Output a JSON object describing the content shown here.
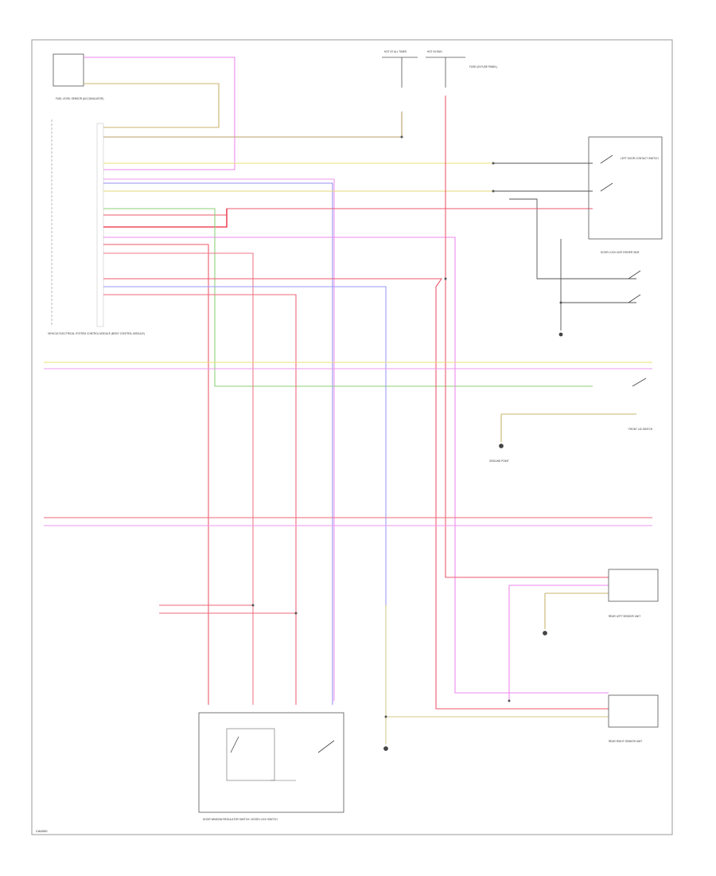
{
  "diagram": {
    "footer_code": "CA0000",
    "components": {
      "fuel_level_sensor": "FUEL LEVEL SENSOR (ACCUMULATOR)",
      "main_module": "VEHICLE ELECTRICAL SYSTEM CONTROL MODULE (BODY CONTROL MODULE)",
      "left_door_switch": "LEFT DOOR CONTACT SWITCH",
      "door_lock_unit": "DOOR LOCK UNIT DRIVER SIDE",
      "front_lid_switch": "FRONT LID SWITCH",
      "ground_point": "GROUND POINT",
      "rear_sensor_left": "REAR LEFT SENSOR UNIT",
      "rear_sensor_right": "REAR RIGHT SENSOR UNIT",
      "door_switch_bottom": "DOOR WINDOW REGULATOR SWITCH / DOOR LOCK SWITCH",
      "fuse_note": "FUSE (IN FUSE PANEL)",
      "hot_at_all_times": "HOT AT ALL TIMES",
      "hot_in_run": "HOT IN RUN"
    }
  }
}
